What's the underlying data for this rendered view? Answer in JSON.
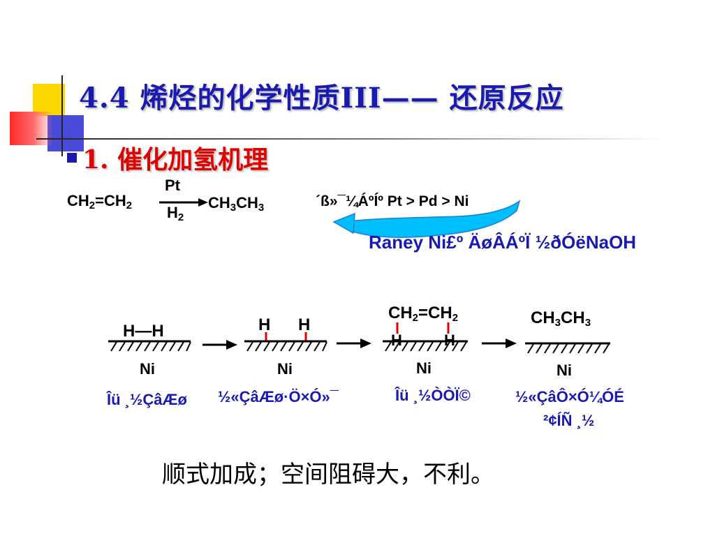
{
  "slide": {
    "title": "4.4 烯烃的化学性质III—— 还原反应",
    "subtitle": "1. 催化加氢机理"
  },
  "reaction": {
    "reactant": "CH₂=CH₂",
    "catalyst_top": "Pt",
    "catalyst_bottom": "H₂",
    "product": "CH₃CH₃",
    "activity_note": "´ß»¯¼ÁºÍº Pt > Pd > Ni",
    "raney_note": "Raney Ni£º ÄøÂÁºÏ ½ðÓëNaOH"
  },
  "mechanism": {
    "steps": [
      {
        "top": "H—H",
        "metal": "Ni",
        "caption": "Îü ¸½ÇâÆø"
      },
      {
        "top_left": "H",
        "top_right": "H",
        "metal": "Ni",
        "caption": "½«ÇâÆø·Ö×Ó»¯"
      },
      {
        "top": "CH₂=CH₂",
        "metal": "Ni",
        "caption": "Îü ¸½ÒÒÏ©"
      },
      {
        "top": "CH₃CH₃",
        "metal": "Ni",
        "caption_line1": "½«ÇâÔ­×Ó¼ÓÉ",
        "caption_line2": "²¢ÍÑ ¸½"
      }
    ]
  },
  "conclusion": "顺式加成；空间阻碍大，不利。",
  "colors": {
    "title": "#1a1ab0",
    "subtitle": "#e00000",
    "bond_highlight": "#e00000",
    "callout": "#00bfff"
  }
}
